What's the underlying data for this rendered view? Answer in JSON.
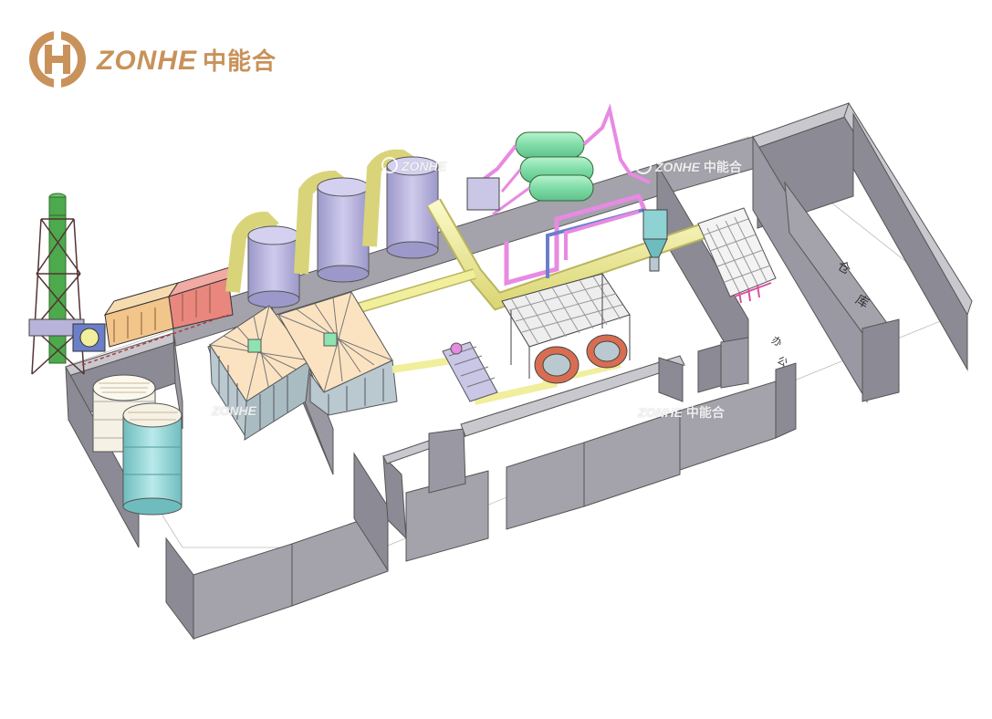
{
  "brand": {
    "logo_icon": "zonhe-logo-icon",
    "name_en": "ZONHE",
    "name_cn": "中能合",
    "color": "#c8925a"
  },
  "watermark": {
    "name_en": "ZONHE",
    "name_cn": "中能合"
  },
  "room_labels": {
    "warehouse_1": "仓",
    "warehouse_2": "库",
    "office_1": "办",
    "office_2": "公"
  },
  "colors": {
    "wall": "#8c8a94",
    "wall_top": "#c9c8ce",
    "duct": "#f1ee9c",
    "tank_purple": "#b7b3d9",
    "tank_cyan": "#8fd2d3",
    "scrubber_orange": "#f2c58a",
    "filter_red": "#e9877f",
    "pipe_pink": "#e78ae2",
    "vessel_green": "#8ee3b0",
    "chimney_green": "#4caa4c",
    "reactor_red": "#d96d52"
  }
}
